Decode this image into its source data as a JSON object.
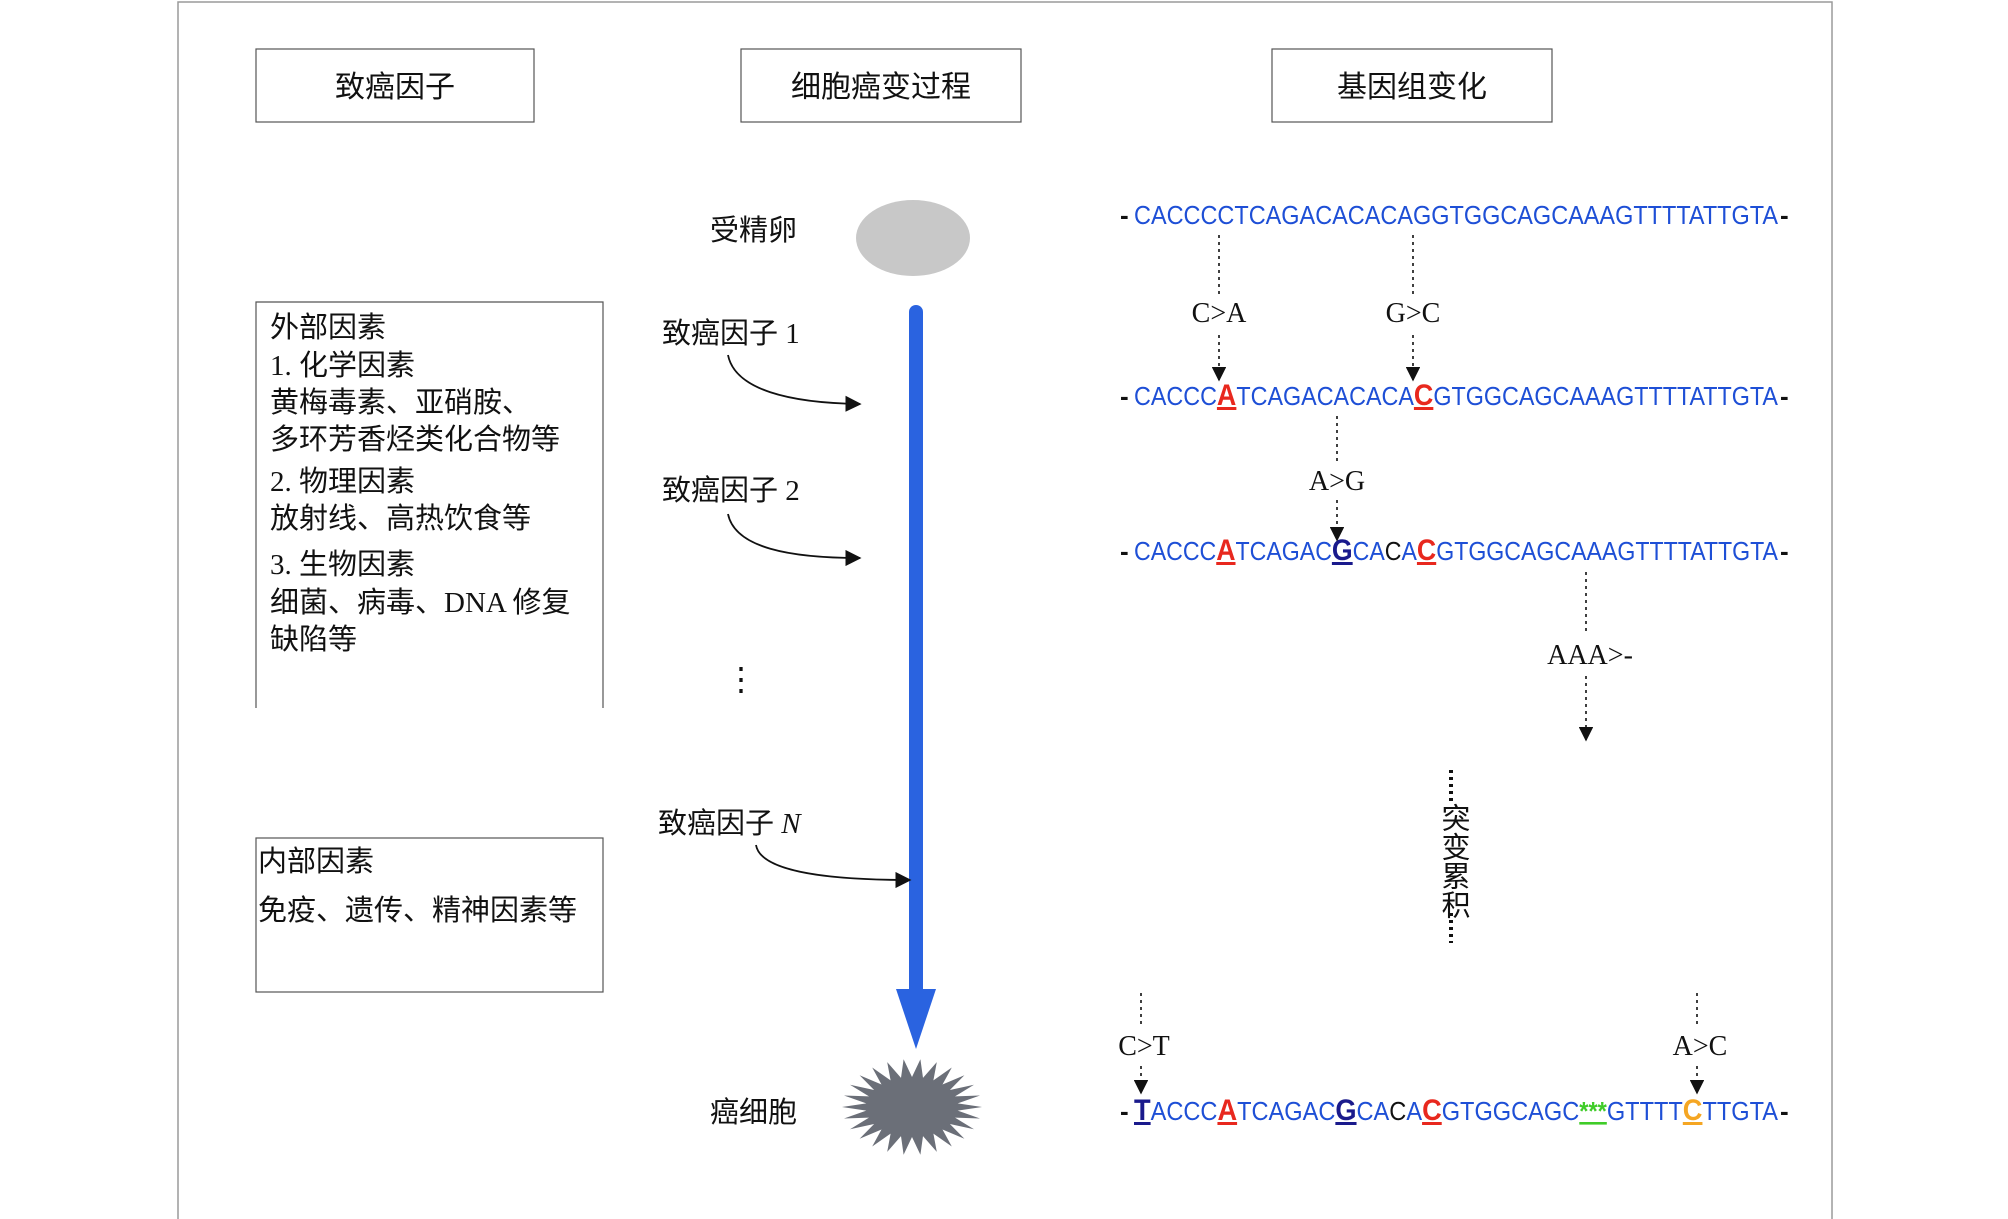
{
  "headers": {
    "carcinogens": "致癌因子",
    "process": "细胞癌变过程",
    "genome": "基因组变化"
  },
  "external_box": {
    "title": "外部因素",
    "lines": [
      "1. 化学因素",
      "黄梅毒素、亚硝胺、",
      "多环芳香烃类化合物等",
      "2. 物理因素",
      "放射线、高热饮食等",
      "3. 生物因素",
      "细菌、病毒、DNA 修复",
      "缺陷等"
    ]
  },
  "internal_box": {
    "title": "内部因素",
    "lines": [
      "免疫、遗传、精神因素等"
    ]
  },
  "process": {
    "zygote_label": "受精卵",
    "cancer_cell_label": "癌细胞",
    "factor1_label": "致癌因子 1",
    "factor2_label": "致癌因子 2",
    "factorN_label": "致癌因子 ",
    "factorN_var": "N",
    "ellipsis": "⋮",
    "colors": {
      "main_arrow": "#2a63e0",
      "zygote": "#c8c8c8",
      "cancer_cell": "#6b6f78"
    }
  },
  "genome": {
    "sequence_color": "#1e4fd6",
    "rows": [
      {
        "dash_left": "-",
        "dash_right": "-",
        "segments": [
          {
            "text": "CACCCCTCAGACACACAGGTGGCAGCAAAGTTTTATTGTA",
            "style": "normal"
          }
        ]
      },
      {
        "dash_left": "-",
        "dash_right": "-",
        "segments": [
          {
            "text": "CACCC",
            "style": "normal"
          },
          {
            "text": "A",
            "style": "red"
          },
          {
            "text": "TCAGACACACA",
            "style": "normal"
          },
          {
            "text": "C",
            "style": "red"
          },
          {
            "text": "GTGGCAGCAAAGTTTTATTGTA",
            "style": "normal"
          }
        ]
      },
      {
        "dash_left": "-",
        "dash_right": "-",
        "segments": [
          {
            "text": "CACCC",
            "style": "normal"
          },
          {
            "text": "A",
            "style": "red"
          },
          {
            "text": "TCAGAC",
            "style": "normal"
          },
          {
            "text": "G",
            "style": "navy"
          },
          {
            "text": "CA",
            "style": "normal"
          },
          {
            "text": "C",
            "style": "black"
          },
          {
            "text": "A",
            "style": "normal"
          },
          {
            "text": "C",
            "style": "red"
          },
          {
            "text": "GTGGCAGCAAAGTTTTATTGTA",
            "style": "normal"
          }
        ]
      },
      {
        "dash_left": "-",
        "dash_right": "-",
        "segments": [
          {
            "text": "T",
            "style": "navy"
          },
          {
            "text": "ACCC",
            "style": "normal"
          },
          {
            "text": "A",
            "style": "red"
          },
          {
            "text": "TCAGAC",
            "style": "normal"
          },
          {
            "text": "G",
            "style": "navy"
          },
          {
            "text": "CA",
            "style": "normal"
          },
          {
            "text": "C",
            "style": "black"
          },
          {
            "text": "A",
            "style": "normal"
          },
          {
            "text": "C",
            "style": "red"
          },
          {
            "text": "GTGGCAGC",
            "style": "normal"
          },
          {
            "text": "***",
            "style": "green"
          },
          {
            "text": "GTTTT",
            "style": "normal"
          },
          {
            "text": "C",
            "style": "orange"
          },
          {
            "text": "TTGTA",
            "style": "normal"
          }
        ]
      }
    ],
    "styles": {
      "red": "#e8281e",
      "navy": "#1a1a8c",
      "green": "#3fcc28",
      "orange": "#f5a623",
      "black": "#111111"
    },
    "mutations": {
      "c_to_a": "C>A",
      "g_to_c": "G>C",
      "a_to_g": "A>G",
      "aaa_del": "AAA>-",
      "c_to_t": "C>T",
      "a_to_c": "A>C"
    },
    "accumulation_label": "突变累积"
  }
}
